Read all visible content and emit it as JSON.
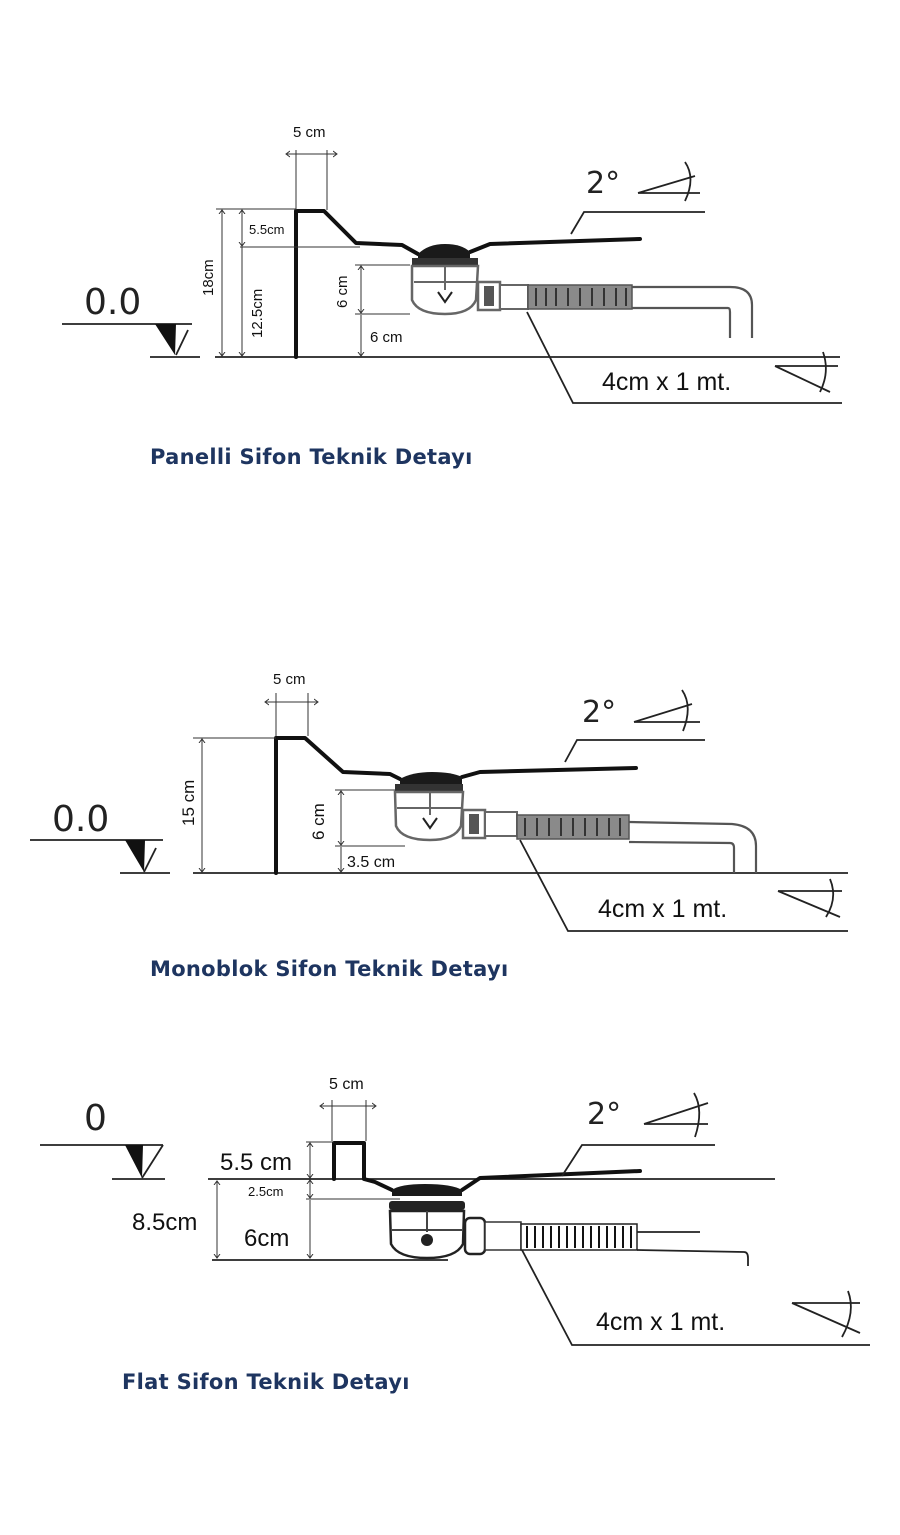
{
  "diagrams": [
    {
      "id": "panelli",
      "caption": "Panelli Sifon Teknik Detayı",
      "level_label": "0.0",
      "slope_label": "2°",
      "pipe_label": "4cm x 1 mt.",
      "dims": {
        "width": "5 cm",
        "total_height": "18cm",
        "panel_height": "5.5cm",
        "base_height": "12.5cm",
        "siphon_height": "6 cm",
        "floor_gap": "6 cm"
      }
    },
    {
      "id": "monoblok",
      "caption": "Monoblok Sifon Teknik Detayı",
      "level_label": "0.0",
      "slope_label": "2°",
      "pipe_label": "4cm x 1 mt.",
      "dims": {
        "width": "5 cm",
        "total_height": "15 cm",
        "siphon_height": "6 cm",
        "floor_gap": "3.5 cm"
      }
    },
    {
      "id": "flat",
      "caption": "Flat Sifon Teknik Detayı",
      "level_label": "0",
      "slope_label": "2°",
      "pipe_label": "4cm x 1 mt.",
      "dims": {
        "width": "5 cm",
        "panel_height": "5.5 cm",
        "gap": "2.5cm",
        "total_depth": "8.5cm",
        "siphon_height": "6cm"
      }
    }
  ],
  "colors": {
    "caption": "#1e3560",
    "line": "#111111",
    "siphon_gray": "#8a8a8a"
  }
}
